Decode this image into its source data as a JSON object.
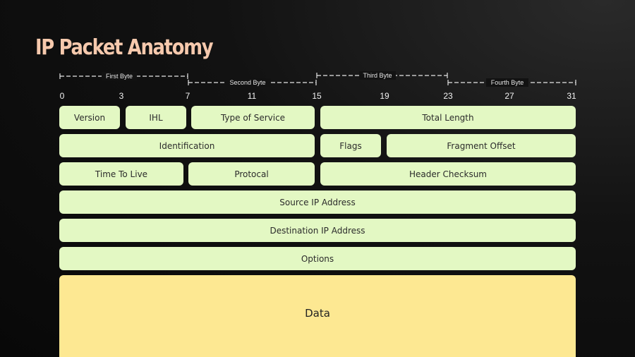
{
  "title": "IP Packet Anatomy",
  "byte_groups": [
    "First Byte",
    "Second Byte",
    "Third Byte",
    "Fourth Byte"
  ],
  "bit_ticks": [
    "0",
    "3",
    "7",
    "11",
    "15",
    "19",
    "23",
    "27",
    "31"
  ],
  "fields": {
    "version": "Version",
    "ihl": "IHL",
    "type_of_service": "Type of Service",
    "total_length": "Total Length",
    "identification": "Identification",
    "flags": "Flags",
    "fragment_offset": "Fragment Offset",
    "ttl": "Time To Live",
    "protocol": "Protocal",
    "header_checksum": "Header Checksum",
    "source_ip": "Source IP Address",
    "destination_ip": "Destination IP Address",
    "options": "Options",
    "data": "Data"
  },
  "colors": {
    "header_field": "#e3f8c3",
    "data_field": "#fde892",
    "title": "#f6c9ad"
  }
}
